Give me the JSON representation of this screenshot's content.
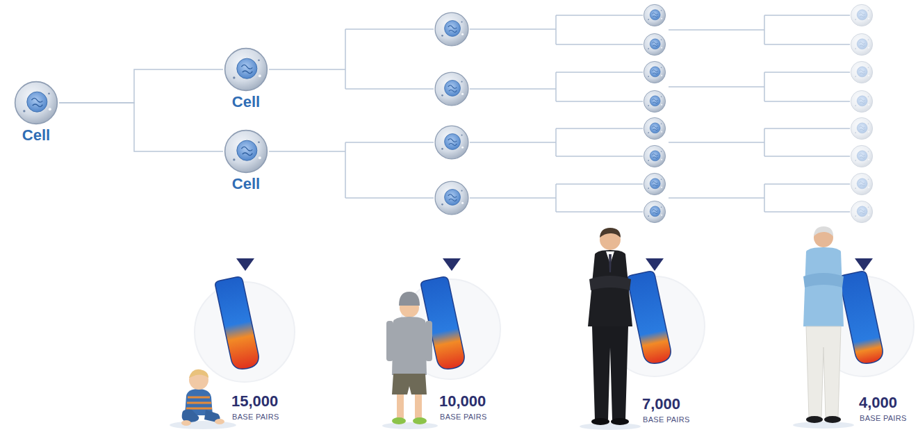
{
  "diagram": {
    "nodes": [
      {
        "text": [
          "Cell"
        ]
      },
      {
        "text": [
          "Cell"
        ]
      },
      {
        "text": [
          "Cell"
        ]
      }
    ],
    "edges": [
      {
        "from": 0,
        "to": 1,
        "arrow": "none"
      },
      {
        "from": 0,
        "to": 2,
        "arrow": "none"
      }
    ],
    "labels": [
      "15,000",
      "BASE PAIRS",
      "10,000",
      "BASE PAIRS",
      "7,000",
      "BASE PAIRS",
      "4,000",
      "BASE PAIRS"
    ]
  }
}
